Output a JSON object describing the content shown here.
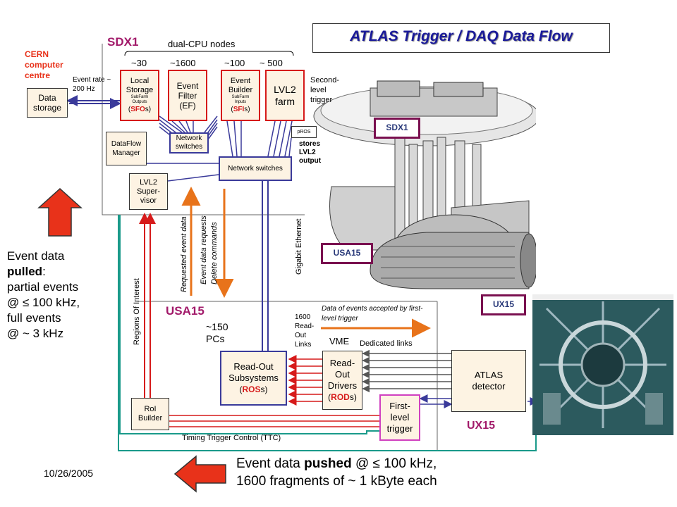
{
  "header": {
    "title": "ATLAS Trigger / DAQ Data Flow"
  },
  "sdx1": {
    "label": "SDX1",
    "dual_cpu": "dual-CPU nodes",
    "count_ls": "~30",
    "count_ef": "~1600",
    "count_eb": "~100",
    "count_lvl2": "~ 500"
  },
  "cern": {
    "label": "CERN computer centre",
    "event_rate": "Event rate ~ 200 Hz"
  },
  "data_storage": "Data storage",
  "local_storage": {
    "l1": "Local",
    "l2": "Storage",
    "sub1": "SubFarm",
    "sub2": "Outputs",
    "acr": "SFO",
    "tail": "s)"
  },
  "event_filter": {
    "l1": "Event",
    "l2": "Filter",
    "l3": "(EF)"
  },
  "event_builder": {
    "l1": "Event",
    "l2": "Builder",
    "sub1": "SubFarm",
    "sub2": "Inputs",
    "acr": "SFI",
    "tail": "s)"
  },
  "lvl2_farm": {
    "l1": "LVL2",
    "l2": "farm"
  },
  "second_level": "Second-level trigger",
  "pros": "pROS",
  "stores_lvl2": "stores LVL2 output",
  "network_switches_small": "Network switches",
  "network_switches": "Network switches",
  "dataflow_manager": {
    "l1": "DataFlow",
    "l2": "Manager"
  },
  "lvl2_supervisor": {
    "l1": "LVL2",
    "l2": "Super-",
    "l3": "visor"
  },
  "vertical": {
    "requested": "Requested event data",
    "requests": "Event data requests",
    "delete": "Delete commands",
    "gigabit": "Gigabit Ethernet",
    "roi": "Regions Of Interest"
  },
  "usa15": {
    "label": "USA15",
    "pcs": "~150 PCs"
  },
  "links": {
    "l1600": "1600 Read-Out Links",
    "vme": "VME",
    "dedicated": "Dedicated links"
  },
  "accepted": "Data of events accepted by first-level trigger",
  "ros": {
    "l1": "Read-Out",
    "l2": "Subsystems",
    "acr": "ROS",
    "tail": "s)"
  },
  "rod": {
    "l1": "Read-",
    "l2": "Out",
    "l3": "Drivers",
    "acr": "ROD",
    "tail": "s)"
  },
  "atlas_detector": {
    "l1": "ATLAS",
    "l2": "detector"
  },
  "first_level": {
    "l1": "First-",
    "l2": "level",
    "l3": "trigger"
  },
  "roi_builder": {
    "l1": "RoI",
    "l2": "Builder"
  },
  "ttc": "Timing Trigger Control (TTC)",
  "ux15_label": "UX15",
  "tags": {
    "sdx1": "SDX1",
    "usa15": "USA15",
    "ux15": "UX15"
  },
  "pulled": {
    "l1": "Event data",
    "l2b": "pulled",
    "l2t": ":",
    "l3": "partial events",
    "l4": "@ ≤ 100 kHz,",
    "l5": "full events",
    "l6": "@ ~ 3 kHz"
  },
  "pushed": {
    "pre": "Event data ",
    "bold": "pushed",
    "post": " @ ≤ 100 kHz,",
    "l2": "1600 fragments of ~ 1 kByte each"
  },
  "date": "10/26/2005",
  "colors": {
    "red": "#d61a1a",
    "blue": "#3a3a9a",
    "orange": "#e8731a",
    "teal": "#1a9a8a",
    "magenta": "#d040c0",
    "tag_border": "#7a1050",
    "title": "#1a1a9a",
    "box_fill": "#fdf3e3"
  }
}
